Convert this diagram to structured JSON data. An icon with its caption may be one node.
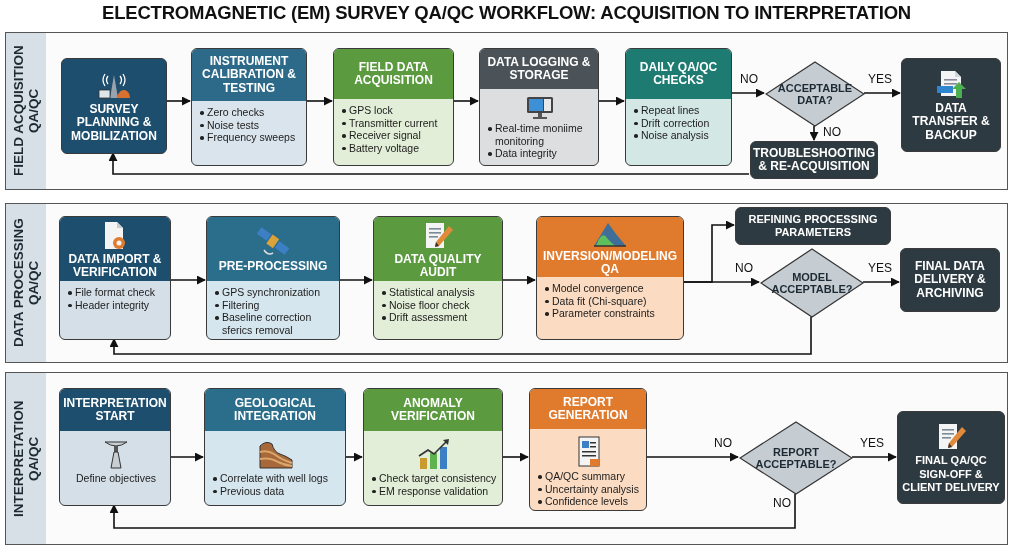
{
  "diagram": {
    "title": "ELECTROMAGNETIC (EM) SURVEY QA/QC WORKFLOW: ACQUISITION TO INTERPRETATION",
    "nodes": [
      {
        "text": [
          "FIELD ACQUISITION QA/QC"
        ]
      },
      {
        "text": [
          "SURVEY PLANNING & MOBILIZATION"
        ],
        "in": 0
      },
      {
        "text": [
          "INSTRUMENT CALIBRATION & TESTING",
          "Zero checks",
          "Noise tests",
          "Frequency sweeps"
        ],
        "in": 0
      },
      {
        "text": [
          "FIELD DATA ACQUISITION",
          "GPS lock",
          "Transmitter current",
          "Receiver signal",
          "Battery voltage"
        ],
        "in": 0
      },
      {
        "text": [
          "DATA LOGGING & STORAGE",
          "Real-time moniime monitoring",
          "Data integrity"
        ],
        "in": 0
      },
      {
        "text": [
          "DAILY QA/QC CHECKS",
          "Repeat lines",
          "Drift correction",
          "Noise analysis"
        ],
        "in": 0
      },
      {
        "text": [
          "ACCEPTABLE DATA?"
        ],
        "in": 0
      },
      {
        "text": [
          "DATA TRANSFER & BACKUP"
        ],
        "in": 0
      },
      {
        "text": [
          "TROUBLESHOOTING & RE-ACQUISITION"
        ],
        "in": 0
      },
      {
        "text": [
          "DATA PROCESSING QA/QC"
        ]
      },
      {
        "text": [
          "DATA IMPORT & VERIFICATION",
          "File format check",
          "Header integrity"
        ],
        "in": 9
      },
      {
        "text": [
          "PRE-PROCESSING",
          "GPS synchronization",
          "Filtering",
          "Baseline correction sferics removal"
        ],
        "in": 9
      },
      {
        "text": [
          "DATA QUALITY AUDIT",
          "Statistical analysis",
          "Noise floor check",
          "Drift assessment"
        ],
        "in": 9
      },
      {
        "text": [
          "INVERSION/MODELING QA",
          "Model convergence",
          "Data fit (Chi-square)",
          "Parameter constraints"
        ],
        "in": 9
      },
      {
        "text": [
          "REFINING PROCESSING PARAMETERS"
        ],
        "in": 9
      },
      {
        "text": [
          "MODEL ACCEPTABLE?"
        ],
        "in": 9
      },
      {
        "text": [
          "FINAL DATA DELIVERY & ARCHIVING"
        ],
        "in": 9
      },
      {
        "text": [
          "INTERPRETATION QA/QC"
        ]
      },
      {
        "text": [
          "INTERPRETATION START",
          "Define objectives"
        ],
        "in": 17
      },
      {
        "text": [
          "GEOLOGICAL INTEGRATION",
          "Correlate with well logs",
          "Previous data"
        ],
        "in": 17
      },
      {
        "text": [
          "ANOMALY VERIFICATION",
          "Check target consistency",
          "EM response validation"
        ],
        "in": 17
      },
      {
        "text": [
          "REPORT GENERATION",
          "QA/QC summary",
          "Uncertainty analysis",
          "Confidence levels"
        ],
        "in": 17
      },
      {
        "text": [
          "REPORT ACCEPTABLE?"
        ],
        "in": 17
      },
      {
        "text": [
          "FINAL QA/QC SIGN-OFF & CLIENT DELIVERY"
        ],
        "in": 17
      }
    ],
    "edges": [
      {
        "from": 1,
        "to": 2,
        "arrow": "to"
      },
      {
        "from": 2,
        "to": 3,
        "arrow": "to"
      },
      {
        "from": 3,
        "to": 4,
        "arrow": "to"
      },
      {
        "from": 4,
        "to": 5,
        "arrow": "to"
      },
      {
        "from": 5,
        "to": 6,
        "arrow": "to",
        "label": "NO"
      },
      {
        "from": 6,
        "to": 7,
        "arrow": "to",
        "label": "YES"
      },
      {
        "from": 6,
        "to": 8,
        "arrow": "to",
        "label": "NO"
      },
      {
        "from": 8,
        "to": 1,
        "arrow": "to"
      },
      {
        "from": 10,
        "to": 11,
        "arrow": "to"
      },
      {
        "from": 11,
        "to": 12,
        "arrow": "to"
      },
      {
        "from": 12,
        "to": 13,
        "arrow": "to"
      },
      {
        "from": 13,
        "to": 15,
        "arrow": "to",
        "label": "NO"
      },
      {
        "from": 13,
        "to": 14,
        "arrow": "to"
      },
      {
        "from": 15,
        "to": 16,
        "arrow": "to",
        "label": "YES"
      },
      {
        "from": 15,
        "to": 10,
        "arrow": "to"
      },
      {
        "from": 18,
        "to": 19,
        "arrow": "to"
      },
      {
        "from": 19,
        "to": 20,
        "arrow": "to"
      },
      {
        "from": 20,
        "to": 21,
        "arrow": "to"
      },
      {
        "from": 21,
        "to": 22,
        "arrow": "to",
        "label": "NO"
      },
      {
        "from": 22,
        "to": 23,
        "arrow": "to",
        "label": "YES"
      },
      {
        "from": 22,
        "to": 18,
        "arrow": "to",
        "label": "NO"
      }
    ]
  }
}
